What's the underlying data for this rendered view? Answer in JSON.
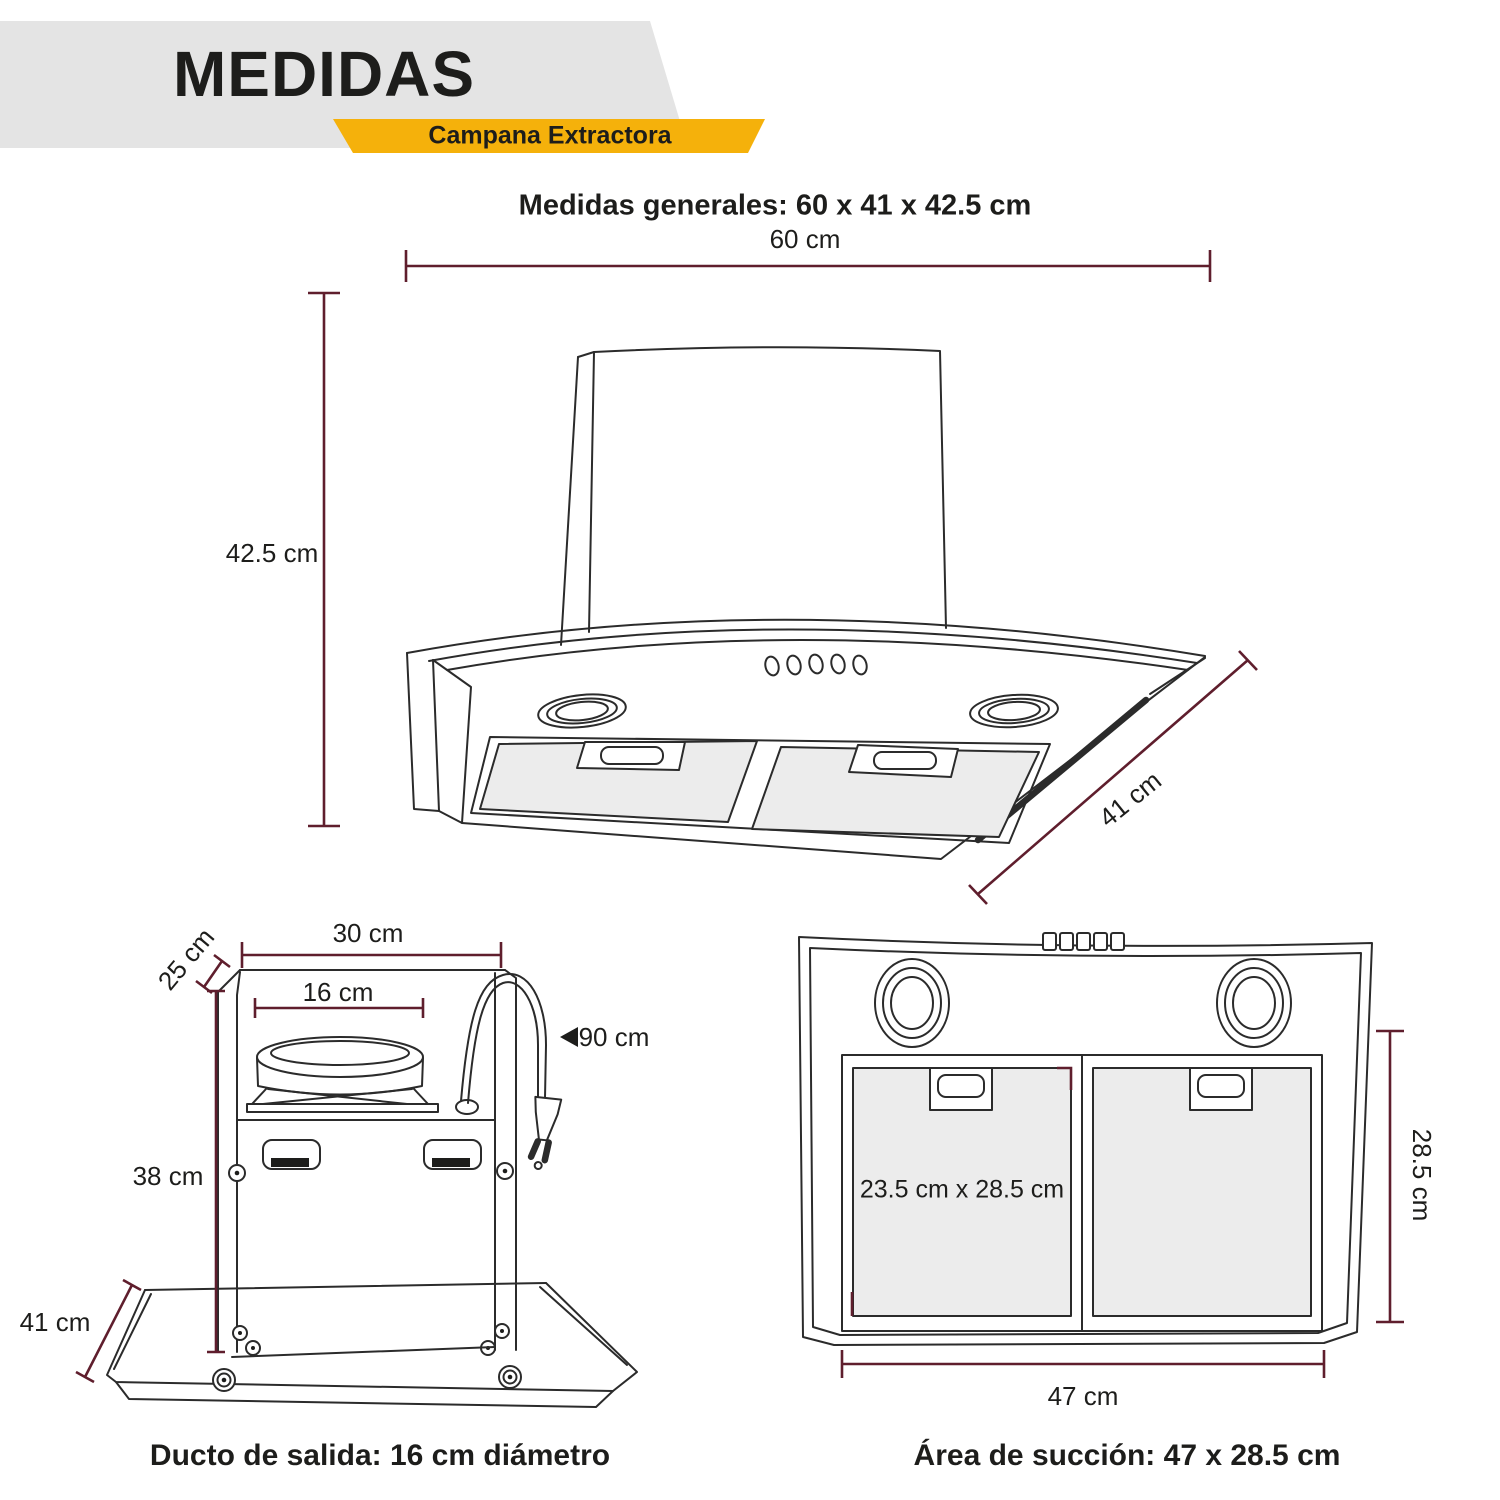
{
  "header": {
    "title": "MEDIDAS",
    "subtitle": "Campana Extractora",
    "banner_gray_color": "#E4E4E4",
    "banner_yellow_color": "#F5B10B",
    "text_color": "#1D1D1B"
  },
  "colors": {
    "dimension_line": "#5F1E2D",
    "line_art": "#2B2B2B",
    "filter_fill": "#ECECEC",
    "background": "#FFFFFF"
  },
  "general": {
    "label": "Medidas generales: 60 x 41 x 42.5 cm"
  },
  "hood_3d": {
    "width_label": "60 cm",
    "height_label": "42.5 cm",
    "depth_label": "41 cm"
  },
  "side_view": {
    "top_width_label": "30 cm",
    "top_depth_label": "25 cm",
    "duct_width_label": "16 cm",
    "cable_length_label": "90 cm",
    "body_height_label": "38 cm",
    "bottom_depth_label": "41 cm",
    "caption": "Ducto de salida: 16 cm diámetro"
  },
  "bottom_view": {
    "filter_size_label": "23.5 cm x 28.5 cm",
    "suction_height_label": "28.5 cm",
    "suction_width_label": "47 cm",
    "caption": "Área de succión: 47 x 28.5 cm"
  }
}
